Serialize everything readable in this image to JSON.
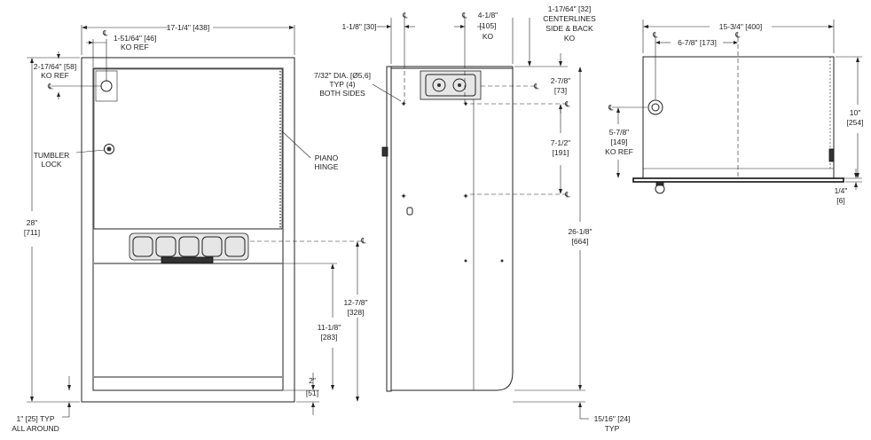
{
  "labels": {
    "width_front": "17-1/4\" [438]",
    "ko_ref_top": "1-51/64\" [46]",
    "ko_ref_top_2": "KO REF",
    "ko_left_1": "2-17/64\" [58]",
    "ko_left_2": "KO REF",
    "tumbler_1": "TUMBLER",
    "tumbler_2": "LOCK",
    "piano_1": "PIANO",
    "piano_2": "HINGE",
    "height_1": "28\"",
    "height_2": "[711]",
    "d1287_1": "12-7/8\"",
    "d1287_2": "[328]",
    "d1118_1": "11-1/8\"",
    "d1118_2": "[283]",
    "d2_1": "2\"",
    "d2_2": "[51]",
    "typ_1": "1\" [25] TYP",
    "typ_2": "ALL AROUND",
    "side_118": "1-1/8\" [30]",
    "side_418_1": "4-1/8\"",
    "side_418_2": "[105]",
    "side_418_3": "KO",
    "side_cl_1": "1-17/64\" [32]",
    "side_cl_2": "CENTERLINES",
    "side_cl_3": "SIDE & BACK",
    "side_cl_4": "KO",
    "holes_1": "7/32\" DIA. [Ø5,6]",
    "holes_2": "TYP (4)",
    "holes_3": "BOTH SIDES",
    "s278_1": "2-7/8\"",
    "s278_2": "[73]",
    "s712_1": "7-1/2\"",
    "s712_2": "[191]",
    "s2618_1": "26-1/8\"",
    "s2618_2": "[664]",
    "s1516_1": "15/16\" [24]",
    "s1516_2": "TYP",
    "top_width": "15-3/4\" [400]",
    "top_678": "6-7/8\" [173]",
    "top_10_1": "10\"",
    "top_10_2": "[254]",
    "top_578_1": "5-7/8\"",
    "top_578_2": "[149]",
    "top_578_3": "KO REF",
    "top_14_1": "1/4\"",
    "top_14_2": "[6]",
    "cl_symbol": "℄"
  }
}
